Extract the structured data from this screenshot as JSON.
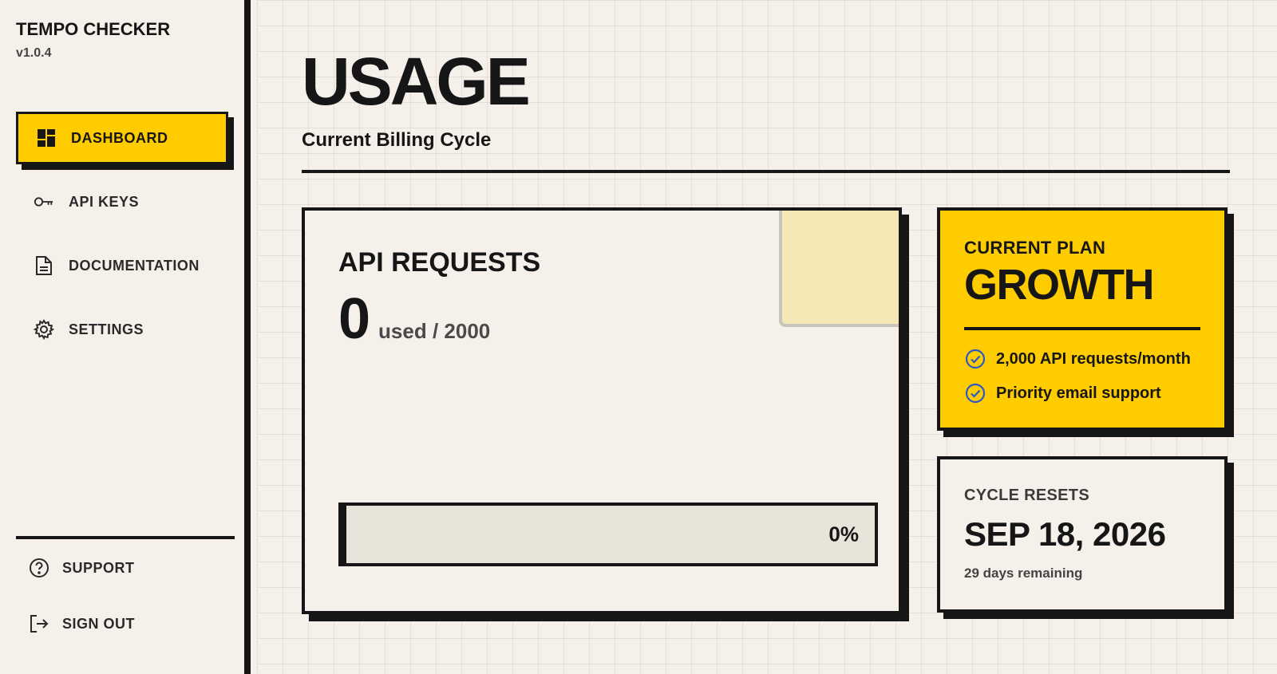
{
  "brand": {
    "name": "TEMPO CHECKER",
    "version": "v1.0.4"
  },
  "nav": {
    "items": [
      {
        "label": "DASHBOARD",
        "icon": "dashboard-icon",
        "active": true
      },
      {
        "label": "API KEYS",
        "icon": "key-icon"
      },
      {
        "label": "DOCUMENTATION",
        "icon": "document-icon"
      },
      {
        "label": "SETTINGS",
        "icon": "gear-icon"
      }
    ],
    "bottom": [
      {
        "label": "SUPPORT",
        "icon": "help-circle-icon"
      },
      {
        "label": "SIGN OUT",
        "icon": "sign-out-icon"
      }
    ]
  },
  "page": {
    "title": "USAGE",
    "subtitle": "Current Billing Cycle"
  },
  "usage": {
    "title": "API REQUESTS",
    "used": "0",
    "of_text": "used / 2000",
    "percent_label": "0%",
    "percent": 0
  },
  "plan": {
    "label": "CURRENT PLAN",
    "name": "GROWTH",
    "features": [
      "2,000 API requests/month",
      "Priority email support"
    ]
  },
  "cycle": {
    "label": "CYCLE RESETS",
    "date": "SEP 18, 2026",
    "remaining": "29 days remaining"
  },
  "colors": {
    "accent": "#ffcc00",
    "ink": "#161616",
    "background": "#f5f1ea",
    "check": "#2b59c3",
    "decor": "#f6e7b7"
  }
}
